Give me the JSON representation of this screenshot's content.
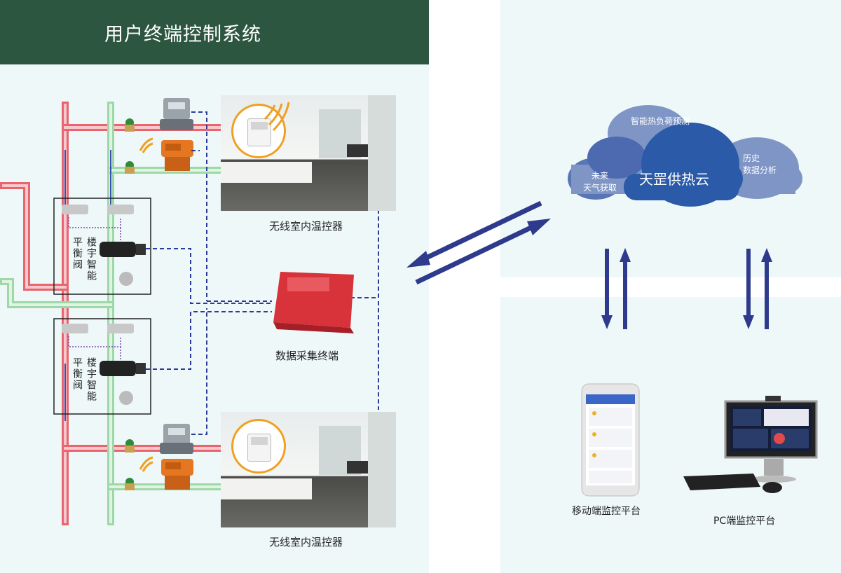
{
  "header": {
    "title": "用户终端控制系统"
  },
  "rooms": [
    {
      "label": "无线室内温控器"
    },
    {
      "label": "无线室内温控器"
    }
  ],
  "valve_groups": [
    {
      "left_label": "平衡阀",
      "right_label": "楼宇智能"
    },
    {
      "left_label": "平衡阀",
      "right_label": "楼宇智能"
    }
  ],
  "collector": {
    "label": "数据采集终端"
  },
  "cloud": {
    "center": "天罡供热云",
    "top": "智能热负荷预测",
    "left_line1": "未来",
    "left_line2": "天气获取",
    "right_line1": "历史",
    "right_line2": "数据分析"
  },
  "platforms": {
    "mobile": "移动端监控平台",
    "pc": "PC端监控平台"
  },
  "colors": {
    "header_bg": "#2d5640",
    "pipe_red": "#e8646e",
    "pipe_green": "#9ed8a8",
    "dashed_blue": "#2c3a9a",
    "arrow_blue": "#2e3a8c",
    "cloud_blue": "#2a5aa8",
    "cloud_light": "#6a86bd"
  }
}
